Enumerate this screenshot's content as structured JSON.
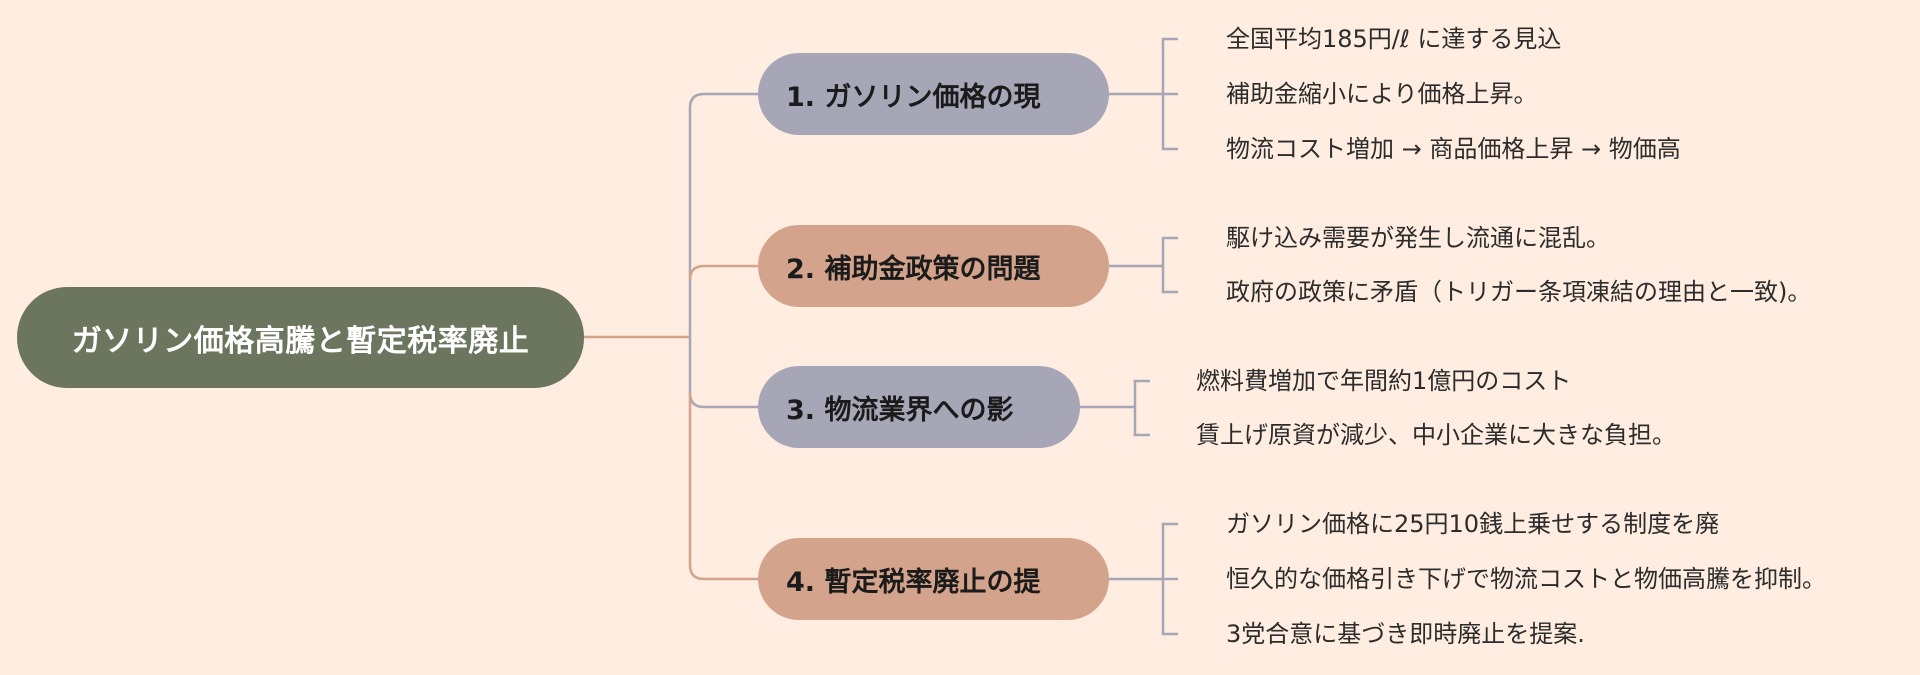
{
  "root": {
    "label": "ガソリン価格高騰と暫定税率廃止"
  },
  "topics": [
    {
      "label": "1. ガソリン価格の現",
      "tone": "#a7a6b7",
      "items": [
        "全国平均185円/ℓ に達する見込",
        "補助金縮小により価格上昇。",
        "物流コスト増加 → 商品価格上昇 → 物価高"
      ]
    },
    {
      "label": "2. 補助金政策の問題",
      "tone": "#d3a48b",
      "items": [
        "駆け込み需要が発生し流通に混乱。",
        "政府の政策に矛盾（トリガー条項凍結の理由と一致)。"
      ]
    },
    {
      "label": "3. 物流業界への影",
      "tone": "#a7a6b7",
      "items": [
        "燃料費増加で年間約1億円のコスト",
        "賃上げ原資が減少、中小企業に大きな負担。"
      ]
    },
    {
      "label": "4. 暫定税率廃止の提",
      "tone": "#d3a48b",
      "items": [
        "ガソリン価格に25円10銭上乗せする制度を廃",
        "恒久的な価格引き下げで物流コストと物価高騰を抑制。",
        "3党合意に基づき即時廃止を提案."
      ]
    }
  ],
  "colors": {
    "background": "#feede0",
    "root": "#6c765e",
    "connector_gray": "#a7a6b7",
    "connector_tan": "#d3a48b"
  }
}
